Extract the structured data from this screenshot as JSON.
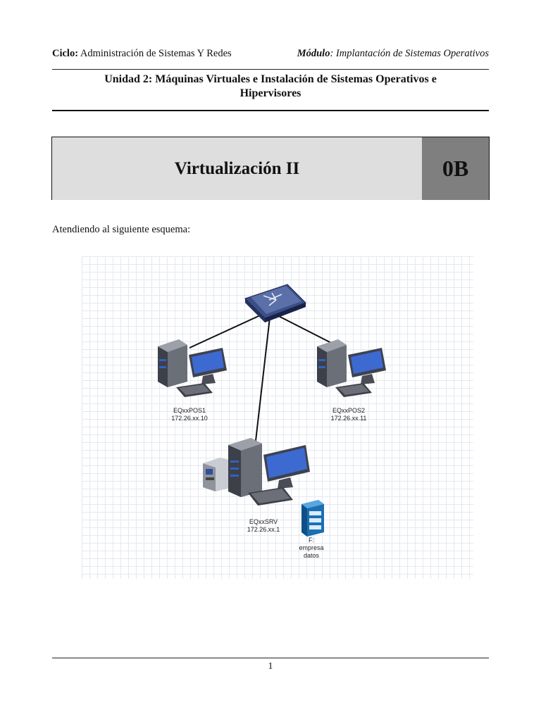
{
  "header": {
    "ciclo_label": "Ciclo:",
    "ciclo_value": "Administración de Sistemas Y Redes",
    "modulo_label": "Módulo",
    "modulo_value": ": Implantación de Sistemas Operativos"
  },
  "unit_title_line1": "Unidad 2: Máquinas Virtuales e Instalación de Sistemas Operativos e",
  "unit_title_line2": "Hipervisores",
  "title_box": {
    "title": "Virtualización II",
    "code": "0B"
  },
  "intro_text": "Atendiendo al siguiente esquema:",
  "diagram": {
    "pos1": {
      "name": "EQxxPOS1",
      "ip": "172.26.xx.10"
    },
    "pos2": {
      "name": "EQxxPOS2",
      "ip": "172.26.xx.11"
    },
    "srv": {
      "name": "EQxxSRV",
      "ip": "172.26.xx.1"
    },
    "storage": {
      "line1": "F:",
      "line2": "empresa",
      "line3": "datos"
    }
  },
  "footer": {
    "page_number": "1"
  }
}
